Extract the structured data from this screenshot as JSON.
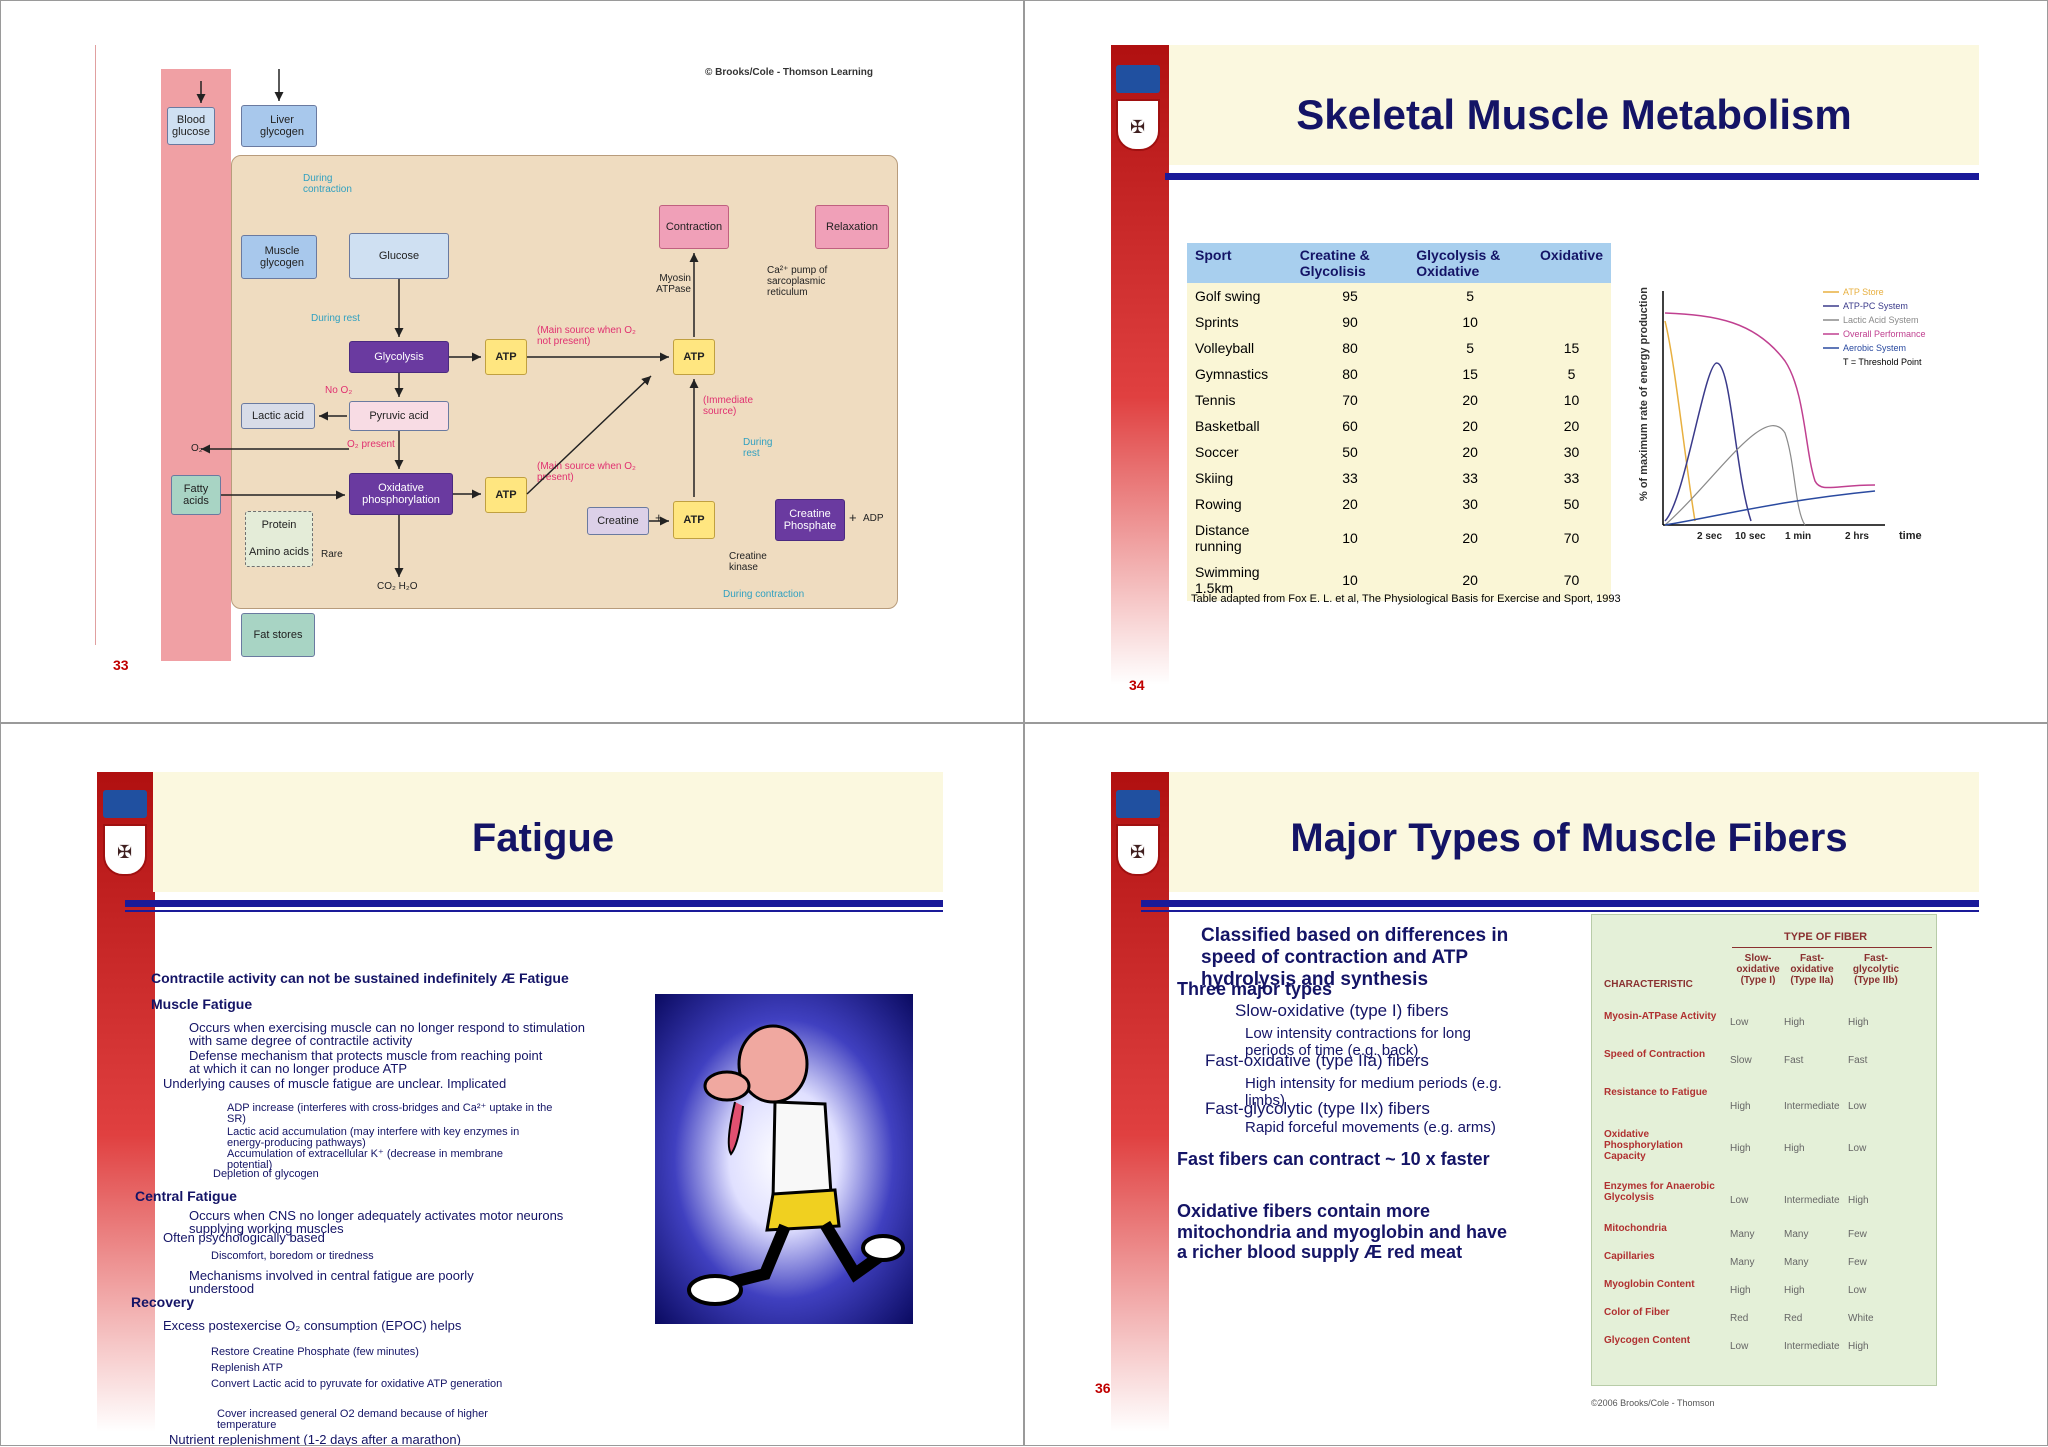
{
  "slide33": {
    "page_number": "33",
    "copyright": "© Brooks/Cole - Thomson Learning",
    "boxes": {
      "blood_glucose": "Blood glucose",
      "liver_glycogen": "Liver glycogen",
      "muscle_glycogen": "Muscle glycogen",
      "glucose": "Glucose",
      "glycolysis": "Glycolysis",
      "atp": "ATP",
      "lactic_acid": "Lactic acid",
      "pyruvic_acid": "Pyruvic acid",
      "fatty_acids": "Fatty acids",
      "oxidative": "Oxidative phosphorylation",
      "protein": "Protein",
      "amino_acids": "Amino acids",
      "contraction": "Contraction",
      "relaxation": "Relaxation",
      "creatine": "Creatine",
      "creatine_phosphate": "Creatine Phosphate",
      "fat_stores": "Fat stores"
    },
    "labels": {
      "during_contraction_top": "During contraction",
      "during_rest": "During rest",
      "no_o2": "No O₂",
      "o2_present": "O₂ present",
      "main_no_o2": "(Main source when O₂ not present)",
      "main_o2": "(Main source when O₂ present)",
      "immediate": "(Immediate source)",
      "myosin_atpase": "Myosin ATPase",
      "ca_pump": "Ca²⁺ pump of sarcoplasmic reticulum",
      "o2": "O₂",
      "rare": "Rare",
      "co2_h2o": "CO₂ H₂O",
      "during_rest_right": "During rest",
      "creatine_kinase": "Creatine kinase",
      "during_contraction_bottom": "During contraction",
      "adp": "ADP",
      "plus": "+"
    }
  },
  "slide34": {
    "page_number": "34",
    "title": "Skeletal Muscle Metabolism",
    "table": {
      "headers": [
        "Sport",
        "Creatine & Glycolisis",
        "Glycolysis & Oxidative",
        "Oxidative"
      ],
      "rows": [
        [
          "Golf swing",
          "95",
          "5",
          ""
        ],
        [
          "Sprints",
          "90",
          "10",
          ""
        ],
        [
          "Volleyball",
          "80",
          "5",
          "15"
        ],
        [
          "Gymnastics",
          "80",
          "15",
          "5"
        ],
        [
          "Tennis",
          "70",
          "20",
          "10"
        ],
        [
          "Basketball",
          "60",
          "20",
          "20"
        ],
        [
          "Soccer",
          "50",
          "20",
          "30"
        ],
        [
          "Skiing",
          "33",
          "33",
          "33"
        ],
        [
          "Rowing",
          "20",
          "30",
          "50"
        ],
        [
          "Distance running",
          "10",
          "20",
          "70"
        ],
        [
          "Swimming 1.5km",
          "10",
          "20",
          "70"
        ]
      ]
    },
    "source": "Table adapted from Fox E. L. et al, The Physiological Basis for Exercise and Sport, 1993",
    "chart_data": {
      "type": "line",
      "ylabel": "% of maximum rate of energy production",
      "xlabel": "time",
      "x_ticks": [
        "2 sec",
        "10 sec",
        "1 min",
        "2 hrs"
      ],
      "legend": [
        "ATP Store",
        "ATP-PC System",
        "Lactic Acid System",
        "Overall Performance",
        "Aerobic System",
        "T = Threshold Point"
      ],
      "colors": {
        "atp_store": "#e8b040",
        "atp_pc": "#3a3a8a",
        "lactic": "#8a8a8a",
        "overall": "#c04090",
        "aerobic": "#2a4aa0"
      }
    }
  },
  "slide35": {
    "title": "Fatigue",
    "lines": [
      "Contractile activity can not be sustained indefinitely Æ Fatigue",
      "Muscle Fatigue",
      "Occurs when exercising muscle can no longer respond to stimulation with same degree of contractile activity",
      "Defense mechanism that protects muscle from reaching point at which it can no longer produce ATP",
      "Underlying causes of muscle fatigue are unclear. Implicated",
      "ADP increase (interferes with cross-bridges and Ca²⁺ uptake in the SR)",
      "Lactic acid accumulation (may interfere with key enzymes in energy-producing pathways)",
      "Accumulation of extracellular K⁺ (decrease in membrane potential)",
      "Depletion of glycogen",
      "Central Fatigue",
      "Occurs when CNS no longer adequately activates motor neurons supplying working muscles",
      "Often psychologically based",
      "Discomfort, boredom or tiredness",
      "Mechanisms involved in central fatigue are poorly understood",
      "Recovery",
      "Excess postexercise O₂ consumption (EPOC) helps",
      "Restore Creatine Phosphate (few minutes)",
      "Replenish ATP",
      "Convert Lactic acid to pyruvate for oxidative ATP generation",
      "Cover increased general O2 demand because of higher temperature",
      "Nutrient replenishment (1-2 days after a marathon)"
    ]
  },
  "slide36": {
    "page_number": "36",
    "title": "Major Types of Muscle Fibers",
    "bullets": [
      "Classified based on differences in speed of contraction and ATP hydrolysis and synthesis",
      "Three major types",
      "Slow-oxidative (type I) fibers",
      "Low intensity contractions for long periods of time (e.g. back)",
      "Fast-oxidative (type IIa) fibers",
      "High intensity for medium periods (e.g. limbs)",
      "Fast-glycolytic (type IIx) fibers",
      "Rapid forceful movements (e.g. arms)",
      "Fast fibers can contract ~ 10 x faster",
      "Oxidative fibers contain more mitochondria and myoglobin and have a richer blood supply Æ red meat"
    ],
    "fiber_table": {
      "group_header": "TYPE OF FIBER",
      "headers": [
        "CHARACTERISTIC",
        "Slow-oxidative (Type I)",
        "Fast-oxidative (Type IIa)",
        "Fast-glycolytic (Type IIb)"
      ],
      "rows": [
        [
          "Myosin-ATPase Activity",
          "Low",
          "High",
          "High"
        ],
        [
          "Speed of Contraction",
          "Slow",
          "Fast",
          "Fast"
        ],
        [
          "Resistance to Fatigue",
          "High",
          "Intermediate",
          "Low"
        ],
        [
          "Oxidative Phosphorylation Capacity",
          "High",
          "High",
          "Low"
        ],
        [
          "Enzymes for Anaerobic Glycolysis",
          "Low",
          "Intermediate",
          "High"
        ],
        [
          "Mitochondria",
          "Many",
          "Many",
          "Few"
        ],
        [
          "Capillaries",
          "Many",
          "Many",
          "Few"
        ],
        [
          "Myoglobin Content",
          "High",
          "High",
          "Low"
        ],
        [
          "Color of Fiber",
          "Red",
          "Red",
          "White"
        ],
        [
          "Glycogen Content",
          "Low",
          "Intermediate",
          "High"
        ]
      ],
      "credit": "©2006 Brooks/Cole - Thomson"
    }
  }
}
